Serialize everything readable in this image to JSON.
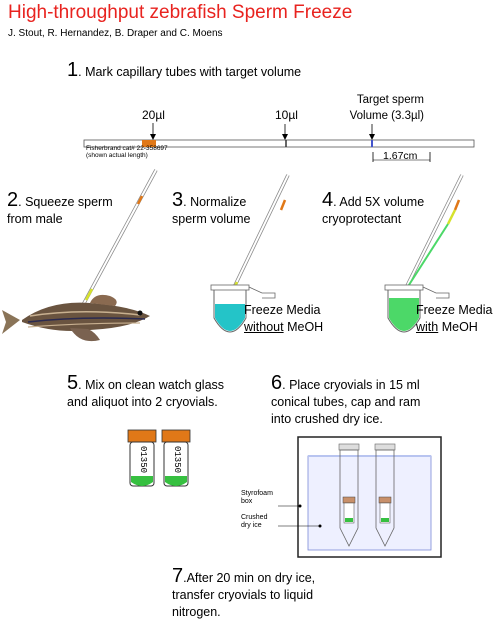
{
  "title": "High-throughput zebrafish Sperm Freeze",
  "authors": "J. Stout, R. Hernandez, B. Draper and C. Moens",
  "step1": {
    "num": "1",
    "text": ". Mark capillary tubes with target volume"
  },
  "capillary": {
    "mark_20": "20µl",
    "mark_10": "10µl",
    "target_line1": "Target sperm",
    "target_line2": "Volume (3.3µl)",
    "label_line1": "Fisherbrand cat# 22-358697",
    "label_line2": "(shown actual length)",
    "scale": "1.67cm"
  },
  "step2": {
    "num": "2",
    "line1": ". Squeeze sperm",
    "line2": "from male"
  },
  "step3": {
    "num": "3",
    "line1": ". Normalize",
    "line2": "sperm volume",
    "media_line1": "Freeze Media",
    "media_line2": "without",
    "media_line2_rest": " MeOH"
  },
  "step4": {
    "num": "4",
    "line1": ". Add 5X volume",
    "line2": "cryoprotectant",
    "media_line1": "Freeze Media",
    "media_line2": "with",
    "media_line2_rest": " MeOH"
  },
  "step5": {
    "num": "5",
    "line1": ". Mix on clean watch glass",
    "line2": "and aliquot into 2 cryovials.",
    "vial_label": "01350"
  },
  "step6": {
    "num": "6",
    "line1": ". Place cryovials in 15 ml",
    "line2": "conical tubes, cap and ram",
    "line3": "into crushed dry ice.",
    "box_label_1": "Styrofoam",
    "box_label_2": "box",
    "ice_label_1": "Crushed",
    "ice_label_2": "dry ice"
  },
  "step7": {
    "num": "7",
    "line1": ".After 20 min on dry ice,",
    "line2": "transfer cryovials to liquid",
    "line3": "nitrogen."
  },
  "colors": {
    "title": "#e8231f",
    "orange": "#e07818",
    "yellow_green": "#c8e02a",
    "cyan": "#24c4c8",
    "green": "#4cd868"
  }
}
